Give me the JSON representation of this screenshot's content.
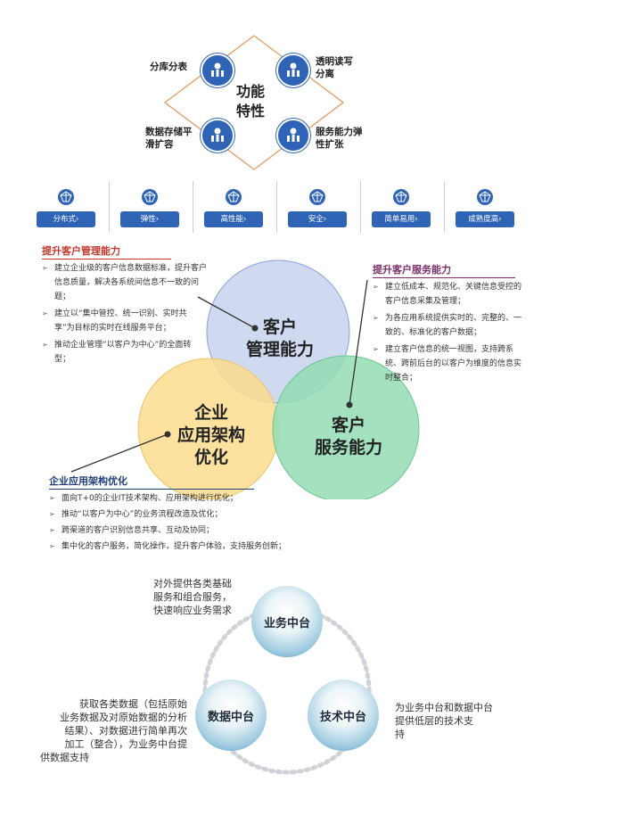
{
  "features": {
    "center": [
      "功能",
      "特性"
    ],
    "items": [
      {
        "id": "top-left",
        "lines": [
          "分库分表"
        ]
      },
      {
        "id": "top-right",
        "lines": [
          "透明读写",
          "分离"
        ]
      },
      {
        "id": "bottom-left",
        "lines": [
          "数据存储平",
          "滑扩容"
        ]
      },
      {
        "id": "bottom-right",
        "lines": [
          "服务能力弹",
          "性扩张"
        ]
      }
    ]
  },
  "tiles": [
    "分布式›",
    "弹性›",
    "高性能›",
    "安全›",
    "简单易用›",
    "成熟度高›"
  ],
  "venn": {
    "circles": [
      {
        "name": "客户管理能力",
        "lines": [
          "客户",
          "管理能力"
        ]
      },
      {
        "name": "客户服务能力",
        "lines": [
          "客户",
          "服务能力"
        ]
      },
      {
        "name": "企业应用架构优化",
        "lines": [
          "企业",
          "应用架构",
          "优化"
        ]
      }
    ],
    "left_top": {
      "title": "提升客户管理能力",
      "items": [
        "建立企业级的客户信息数据标准，提升客户信息质量，解决各系统间信息不一致的问题；",
        "建立以“集中管控、统一识别、实时共享”为目标的实时在线服务平台；",
        "推动企业管理“以客户为中心”的全面转型；"
      ]
    },
    "right": {
      "title": "提升客户服务能力",
      "items": [
        "建立低成本、规范化、关键信息受控的客户信息采集及管理；",
        "为各应用系统提供实时的、完整的、一致的、标准化的客户数据；",
        "建立客户信息的统一视图，支持跨系统、跨前后台的以客户为维度的信息实时整合；"
      ]
    },
    "bottom": {
      "title": "企业应用架构优化",
      "items": [
        "面向T+0的企业IT技术架构、应用架构进行优化；",
        "推动“以客户为中心”的业务流程改造及优化；",
        "跨渠道的客户识别信息共享、互动及协同；",
        "集中化的客户服务，简化操作，提升客户体验，支持服务创新；"
      ]
    }
  },
  "platforms": {
    "business": {
      "label": "业务中台",
      "desc": [
        "对外提供各类基础",
        "服务和组合服务，",
        "快速响应业务需求"
      ]
    },
    "data": {
      "label": "数据中台",
      "desc": [
        "获取各类数据（包括原始",
        "业务数据及对原始数据的分析",
        "结果）、对数据进行简单再次",
        "加工（整合），为业务中台提",
        "供数据支持"
      ]
    },
    "tech": {
      "label": "技术中台",
      "desc": [
        "为业务中台和数据中台",
        "提供低层的技术支",
        "持"
      ]
    }
  },
  "colors": {
    "accent_blue": "#2f63b5",
    "diamond_orange": "#e0a26a",
    "circle_blue": "#c7d3ee",
    "circle_yellow": "#fbdc8e",
    "circle_green": "#93dcb4",
    "title_orange": "#c0392b",
    "title_purple": "#7b2f6b",
    "title_navy": "#1f3f7a"
  }
}
